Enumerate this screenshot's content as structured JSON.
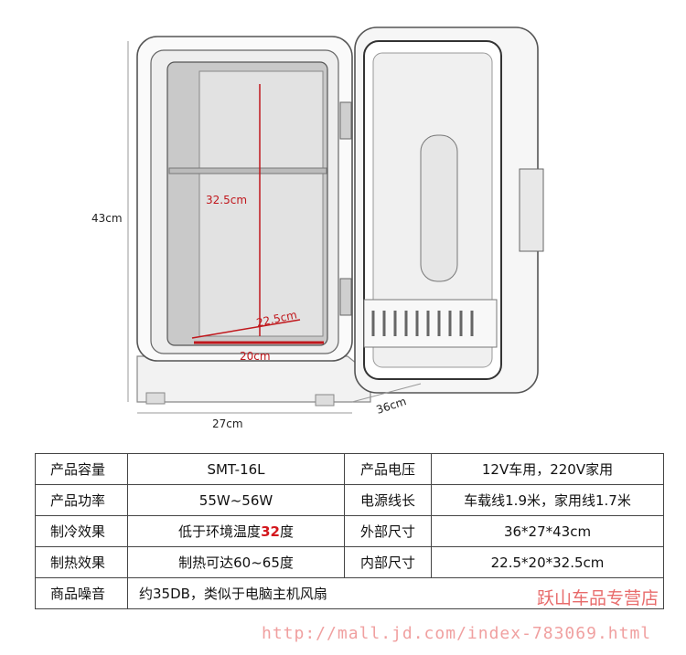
{
  "dimensions": {
    "height": "43cm",
    "width": "27cm",
    "depth": "36cm",
    "inner_height": "32.5cm",
    "inner_depth": "22.5cm",
    "inner_width": "20cm"
  },
  "specs": [
    {
      "label": "产品容量",
      "value": "SMT-16L",
      "label2": "产品电压",
      "value2": "12V车用，220V家用"
    },
    {
      "label": "产品功率",
      "value": "55W~56W",
      "label2": "电源线长",
      "value2": "车载线1.9米，家用线1.7米"
    },
    {
      "label": "制冷效果",
      "value_pre": "低于环境温度",
      "value_hl": "32",
      "value_post": "度",
      "label2": "外部尺寸",
      "value2": "36*27*43cm"
    },
    {
      "label": "制热效果",
      "value": "制热可达60~65度",
      "label2": "内部尺寸",
      "value2": "22.5*20*32.5cm"
    },
    {
      "label": "商品噪音",
      "value": "约35DB，类似于电脑主机风扇"
    }
  ],
  "shop_name": "跃山车品专营店",
  "url": "http://mall.jd.com/index-783069.html",
  "colors": {
    "dimension_red": "#c0171c",
    "highlight": "#d3161c",
    "watermark": "#f0a0a0"
  }
}
